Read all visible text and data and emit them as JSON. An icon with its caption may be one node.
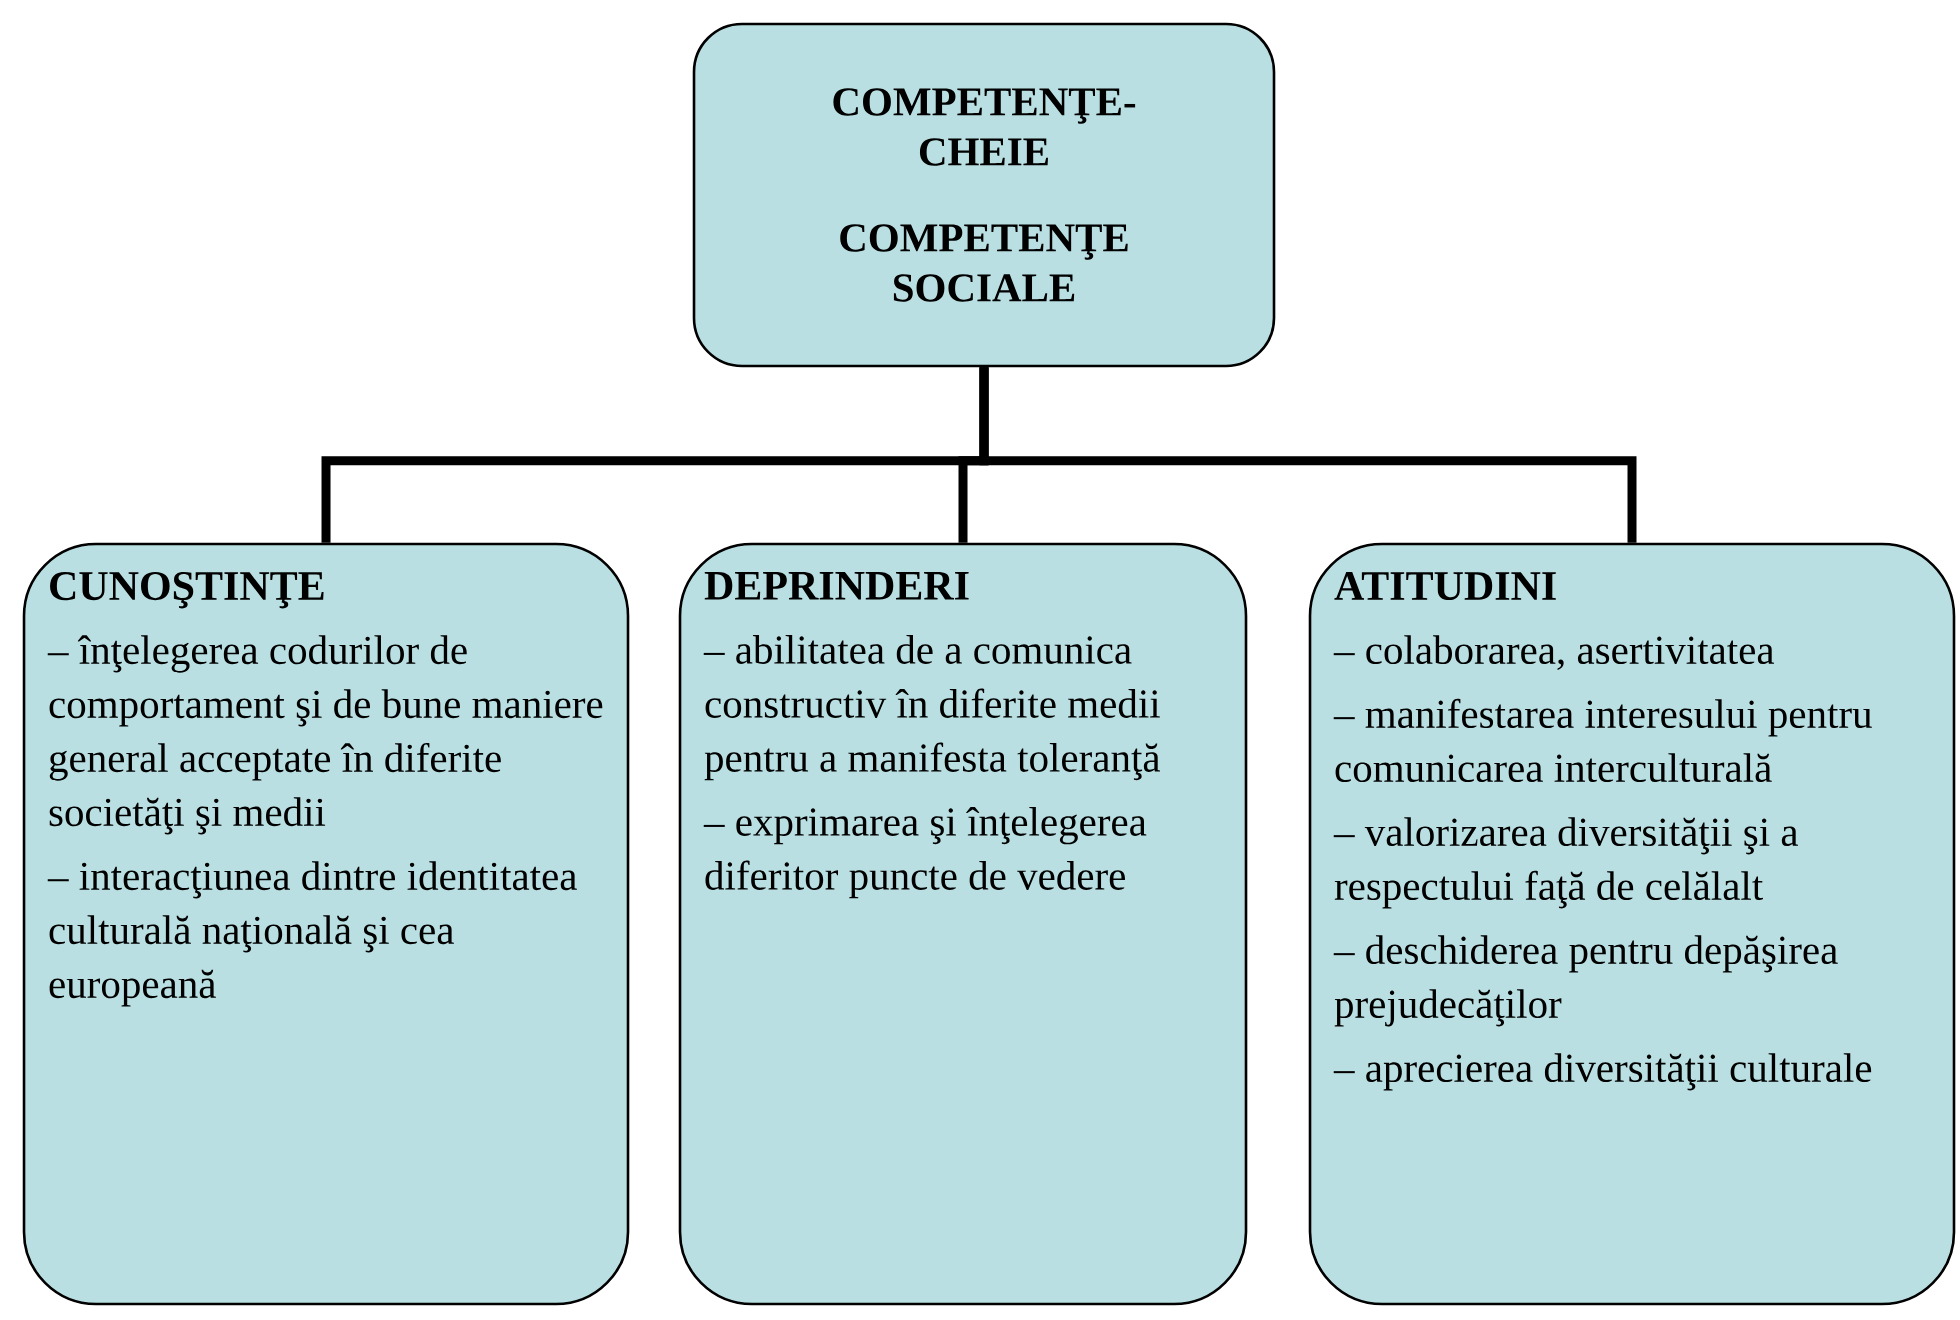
{
  "diagram": {
    "nodes": [
      {
        "text": [
          "COMPETENŢE-CHEIE",
          "COMPETENŢE SOCIALE"
        ]
      },
      {
        "text": [
          "CUNOŞTINŢE",
          "– înţelegerea codurilor de comportament şi de bune maniere general acceptate în diferite societăţi şi medii",
          "– interacţiunea dintre identitatea culturală naţională şi cea europeană"
        ]
      },
      {
        "text": [
          "DEPRINDERI",
          "– abilitatea de a comunica constructiv în diferite medii pentru a manifesta toleranţă",
          "– exprimarea şi înţelegerea diferitor puncte de vedere"
        ]
      },
      {
        "text": [
          "ATITUDINI",
          "– colaborarea, asertivitatea",
          "– manifestarea interesului pentru comunicarea interculturală",
          "– valorizarea diversităţii şi a respectului faţă de celălalt",
          "– deschiderea pentru depăşirea prejudecăţilor",
          "– aprecierea diversităţii culturale"
        ]
      }
    ],
    "edges": [
      {
        "from": 0,
        "to": 1,
        "arrow": "none"
      },
      {
        "from": 0,
        "to": 2,
        "arrow": "none"
      },
      {
        "from": 0,
        "to": 3,
        "arrow": "none"
      }
    ]
  }
}
